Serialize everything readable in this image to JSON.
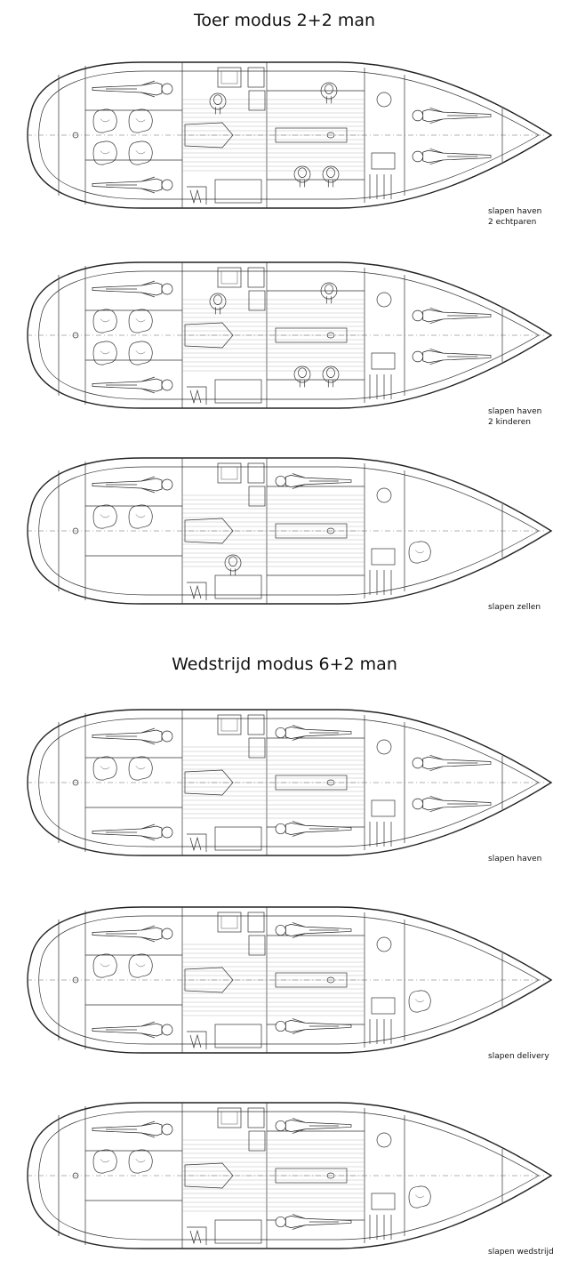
{
  "sections": [
    {
      "title": "Toer modus 2+2 man",
      "plans": [
        {
          "caption": [
            "slapen haven",
            "2 echtparen"
          ],
          "aft_berths": [
            "person",
            "person"
          ],
          "aft_bags": 4,
          "saloon": "table",
          "fwd_berths": 2
        },
        {
          "caption": [
            "slapen haven",
            "2 kinderen"
          ],
          "aft_berths": [
            "person",
            "person"
          ],
          "aft_bags": 4,
          "saloon": "table",
          "fwd_berths": 2
        },
        {
          "caption": [
            "slapen zellen"
          ],
          "aft_berths": [
            "person"
          ],
          "aft_bags": 2,
          "saloon": "person",
          "fwd_berths": 0
        }
      ]
    },
    {
      "title": "Wedstrijd modus 6+2 man",
      "plans": [
        {
          "caption": [
            "slapen haven"
          ],
          "aft_berths": [
            "person",
            "person"
          ],
          "aft_bags": 2,
          "saloon": "two-persons",
          "fwd_berths": 2
        },
        {
          "caption": [
            "slapen delivery"
          ],
          "aft_berths": [
            "person",
            "person"
          ],
          "aft_bags": 2,
          "saloon": "two-persons",
          "fwd_berths": 0
        },
        {
          "caption": [
            "slapen wedstrijd"
          ],
          "aft_berths": [
            "person"
          ],
          "aft_bags": 2,
          "saloon": "two-persons",
          "fwd_berths": 0
        }
      ]
    }
  ],
  "colors": {
    "line": "#222222",
    "background": "#ffffff"
  }
}
